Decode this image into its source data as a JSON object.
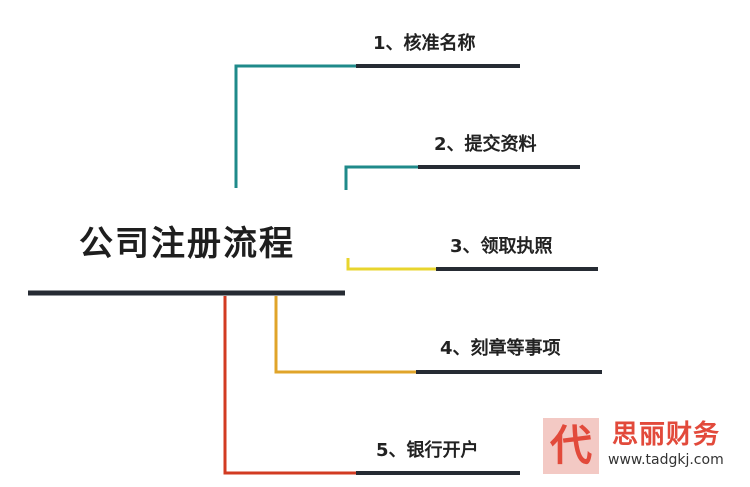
{
  "title": "公司注册流程",
  "steps": [
    {
      "label": "1、核准名称",
      "color": "#1f8a8a"
    },
    {
      "label": "2、提交资料",
      "color": "#1f8a8a"
    },
    {
      "label": "3、领取执照",
      "color": "#e8d52e"
    },
    {
      "label": "4、刻章等事项",
      "color": "#e0a42a"
    },
    {
      "label": "5、银行开户",
      "color": "#d23b22"
    }
  ],
  "watermark": {
    "glyph": "代",
    "name": "思丽财务",
    "url": "www.tadgkj.com"
  },
  "colors": {
    "line_dark": "#262b33",
    "brand": "#e24a3b"
  }
}
